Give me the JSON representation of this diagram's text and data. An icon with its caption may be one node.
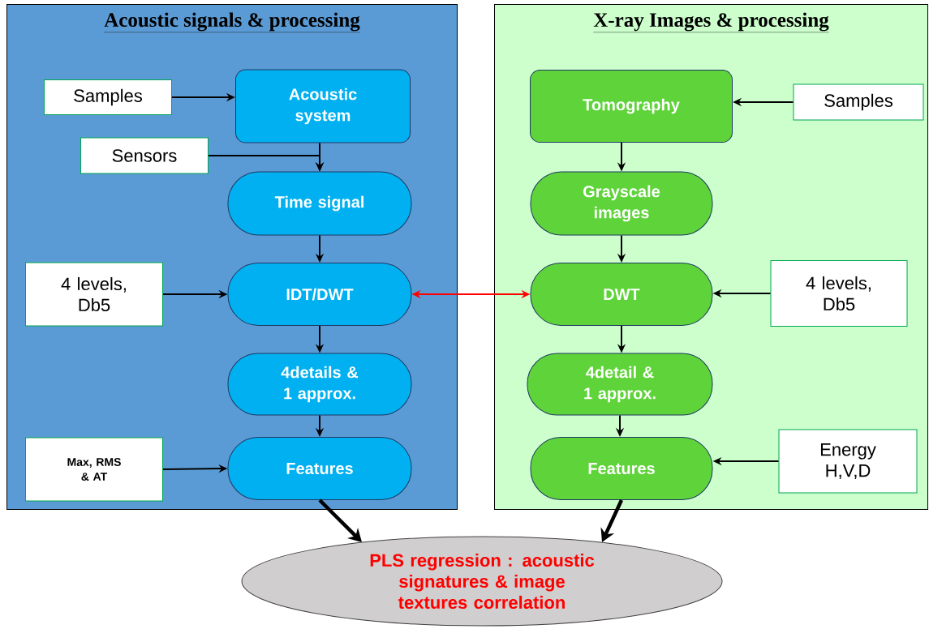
{
  "diagram": {
    "nodes": [
      {
        "text": [
          "Acoustic signals & processing"
        ]
      },
      {
        "text": [
          "X-ray Images & processing"
        ]
      },
      {
        "text": [
          "Samples"
        ],
        "in": 0
      },
      {
        "text": [
          "Acoustic system"
        ],
        "in": 0
      },
      {
        "text": [
          "Sensors"
        ],
        "in": 0
      },
      {
        "text": [
          "Time signal"
        ],
        "in": 0
      },
      {
        "text": [
          "4 levels, Db5"
        ],
        "in": 0
      },
      {
        "text": [
          "IDT/DWT"
        ],
        "in": 0
      },
      {
        "text": [
          "4details & 1 approx."
        ],
        "in": 0
      },
      {
        "text": [
          "Max, RMS & AT"
        ],
        "in": 0
      },
      {
        "text": [
          "Features"
        ],
        "in": 0
      },
      {
        "text": [
          "Tomography"
        ],
        "in": 1
      },
      {
        "text": [
          "Samples"
        ],
        "in": 1
      },
      {
        "text": [
          "Grayscale images"
        ],
        "in": 1
      },
      {
        "text": [
          "DWT"
        ],
        "in": 1
      },
      {
        "text": [
          "4 levels, Db5"
        ],
        "in": 1
      },
      {
        "text": [
          "4detail & 1 approx."
        ],
        "in": 1
      },
      {
        "text": [
          "Features"
        ],
        "in": 1
      },
      {
        "text": [
          "Energy H,V,D"
        ],
        "in": 1
      },
      {
        "text": [
          "PLS regression : acoustic signatures & image textures correlation"
        ]
      }
    ],
    "edges": [
      {
        "from": 2,
        "to": 3,
        "arrow": "to"
      },
      {
        "from": 3,
        "to": 5,
        "arrow": "to"
      },
      {
        "from": 4,
        "to": 5,
        "arrow": "to"
      },
      {
        "from": 5,
        "to": 7,
        "arrow": "to"
      },
      {
        "from": 6,
        "to": 7,
        "arrow": "to"
      },
      {
        "from": 7,
        "to": 8,
        "arrow": "to"
      },
      {
        "from": 8,
        "to": 10,
        "arrow": "to"
      },
      {
        "from": 9,
        "to": 10,
        "arrow": "to"
      },
      {
        "from": 7,
        "to": 14,
        "arrow": "both",
        "color": "#ff0000"
      },
      {
        "from": 12,
        "to": 11,
        "arrow": "to"
      },
      {
        "from": 11,
        "to": 13,
        "arrow": "to"
      },
      {
        "from": 13,
        "to": 14,
        "arrow": "to"
      },
      {
        "from": 15,
        "to": 14,
        "arrow": "to"
      },
      {
        "from": 14,
        "to": 16,
        "arrow": "to"
      },
      {
        "from": 16,
        "to": 17,
        "arrow": "to"
      },
      {
        "from": 18,
        "to": 17,
        "arrow": "to"
      },
      {
        "from": 10,
        "to": 19,
        "arrow": "to",
        "style": "thick"
      },
      {
        "from": 17,
        "to": 19,
        "arrow": "to",
        "style": "thick"
      }
    ]
  }
}
